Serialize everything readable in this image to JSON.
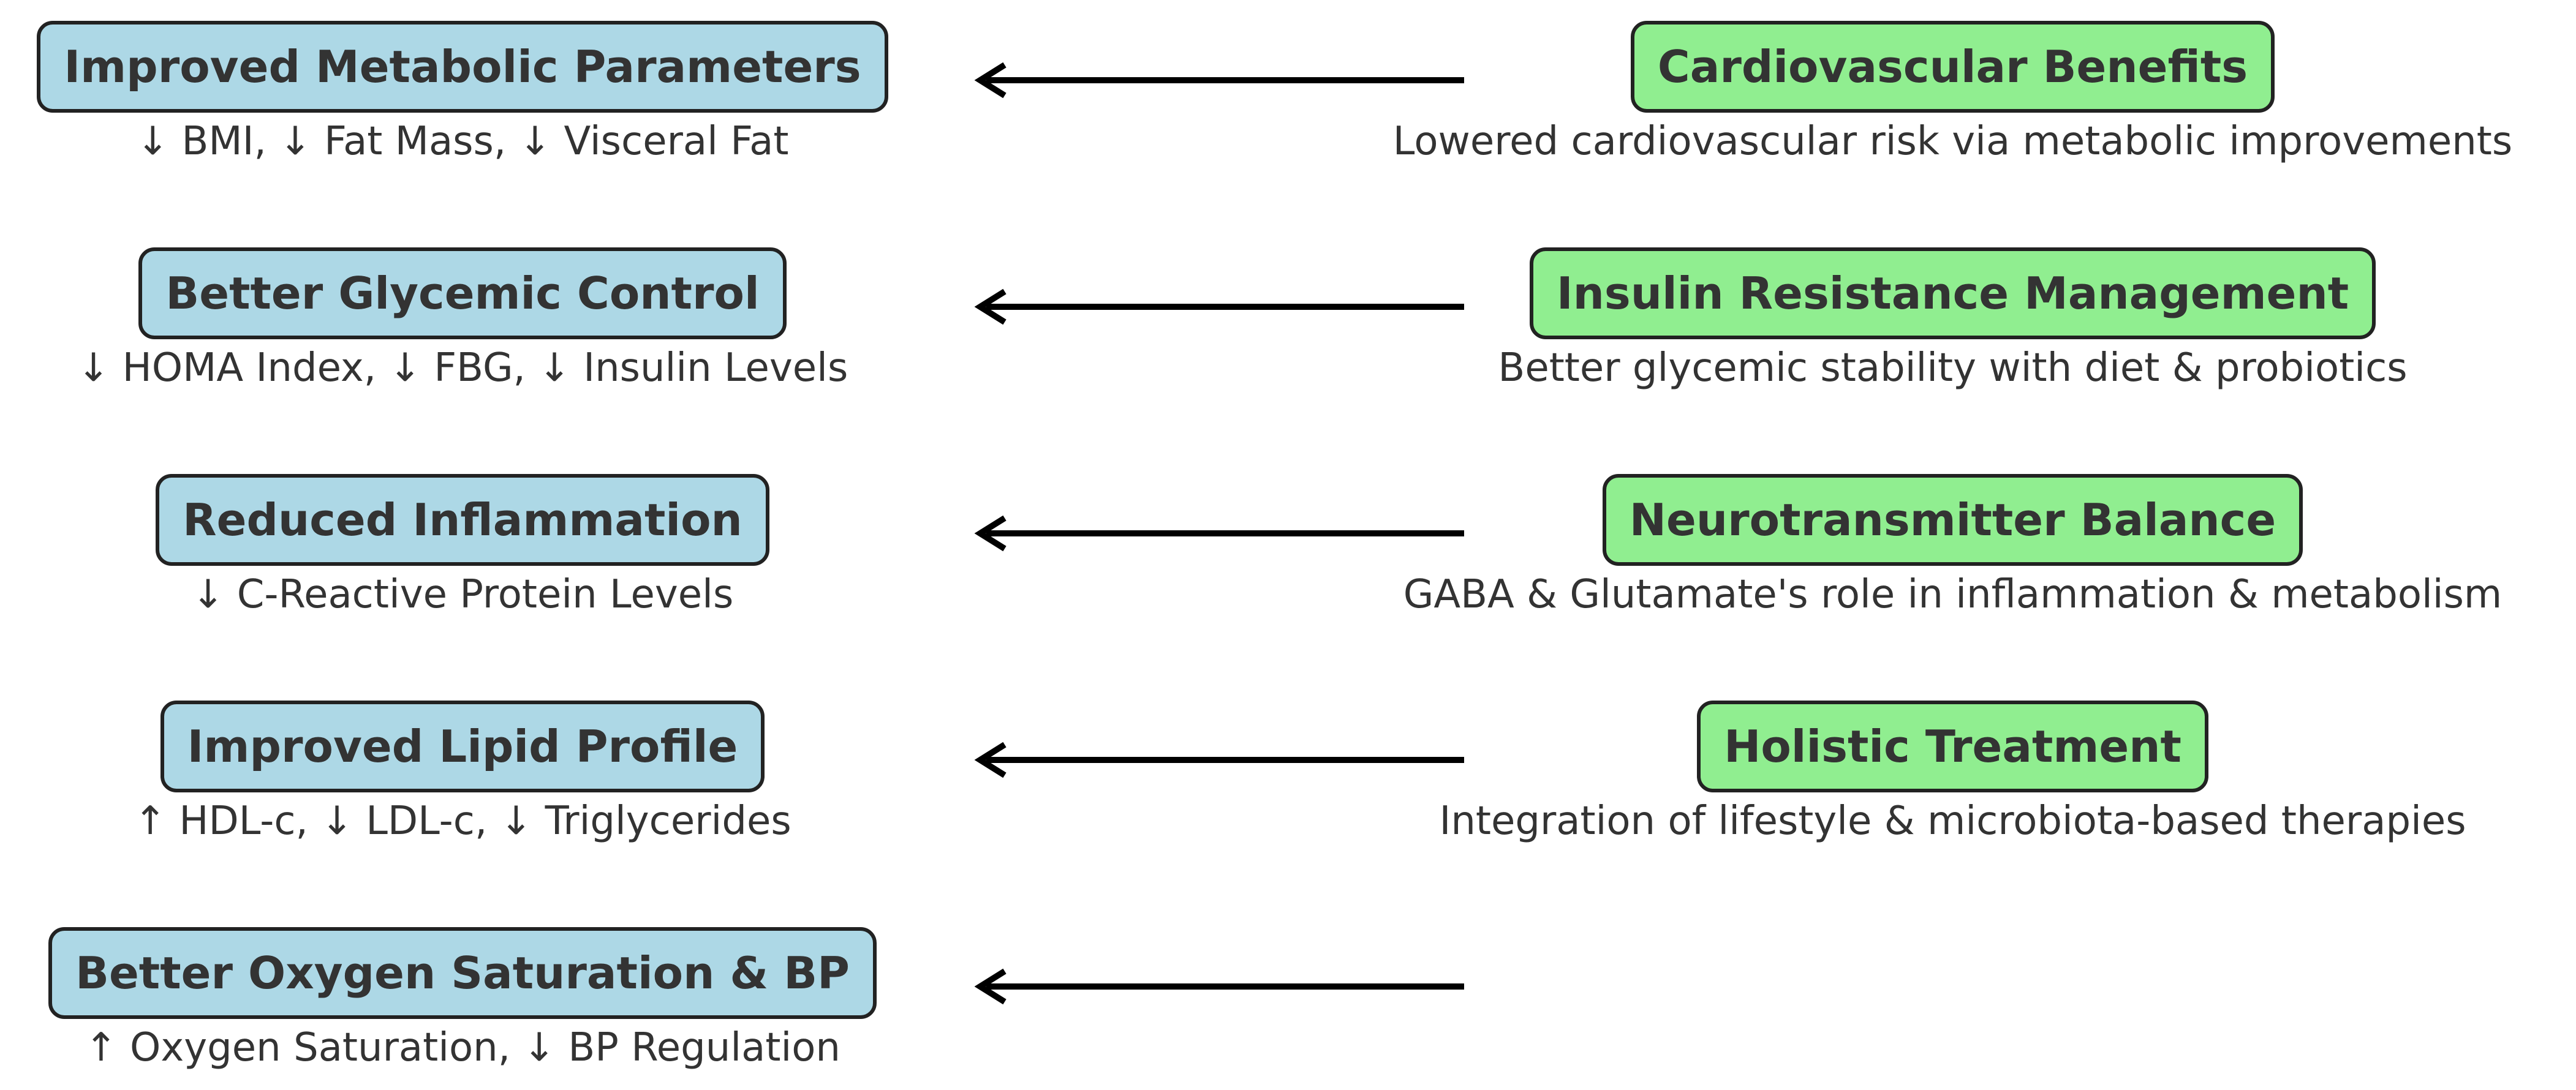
{
  "outcomes": [
    {
      "title": "Improved Metabolic Parameters",
      "desc": "↓ BMI, ↓ Fat Mass, ↓ Visceral Fat"
    },
    {
      "title": "Better Glycemic Control",
      "desc": "↓ HOMA Index, ↓ FBG, ↓ Insulin Levels"
    },
    {
      "title": "Reduced Inflammation",
      "desc": "↓ C-Reactive Protein Levels"
    },
    {
      "title": "Improved Lipid Profile",
      "desc": "↑ HDL-c, ↓ LDL-c, ↓ Triglycerides"
    },
    {
      "title": "Better Oxygen Saturation & BP",
      "desc": "↑ Oxygen Saturation, ↓ BP Regulation"
    }
  ],
  "mechanisms": [
    {
      "title": "Cardiovascular Benefits",
      "desc": "Lowered cardiovascular risk via metabolic improvements"
    },
    {
      "title": "Insulin Resistance Management",
      "desc": "Better glycemic stability with diet & probiotics"
    },
    {
      "title": "Neurotransmitter Balance",
      "desc": "GABA & Glutamate's role in inflammation & metabolism"
    },
    {
      "title": "Holistic Treatment",
      "desc": "Integration of lifestyle & microbiota-based therapies"
    }
  ],
  "colors": {
    "outcome_fill": "#add8e6",
    "mechanism_fill": "#90ee90",
    "border": "#222222",
    "text": "#333333",
    "arrow": "#000000"
  },
  "arrow_count": 5
}
